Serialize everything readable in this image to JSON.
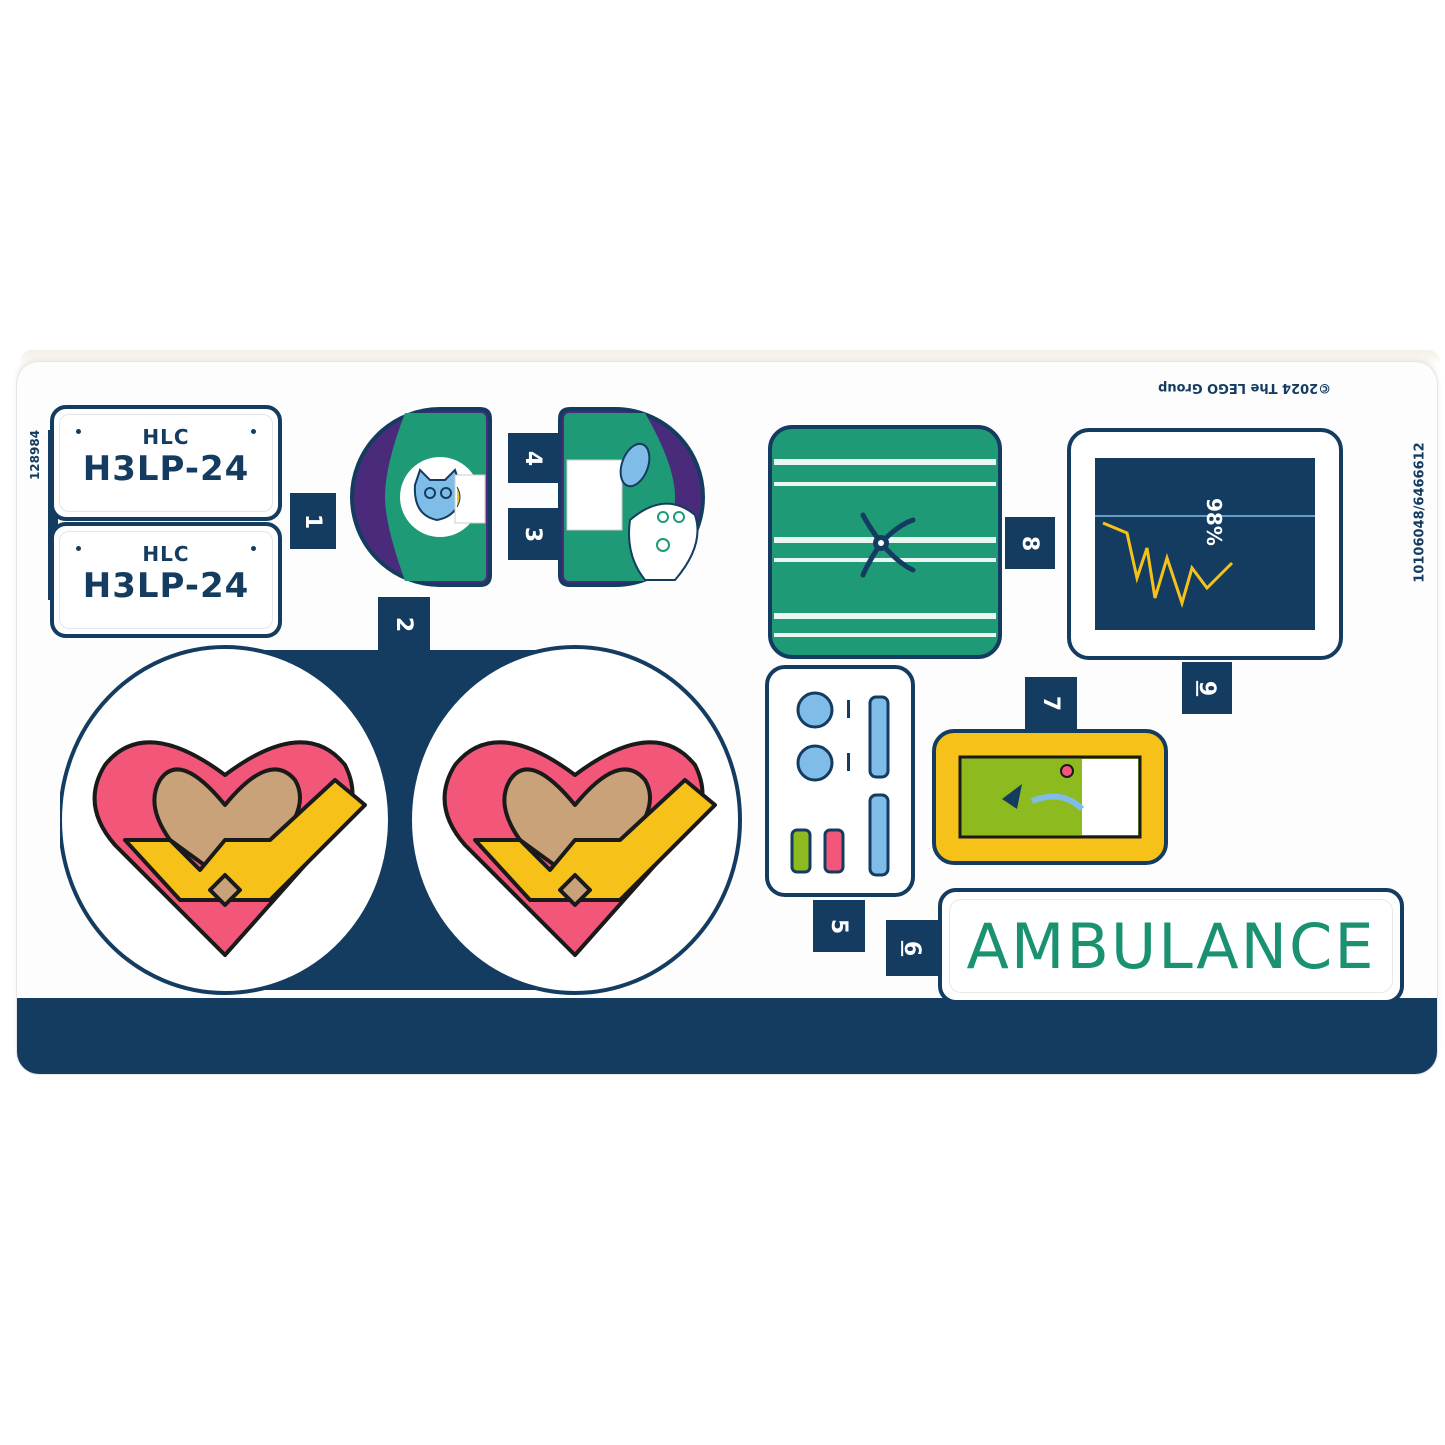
{
  "sheet": {
    "part_number": "128984",
    "copyright": "©2024 The LEGO Group",
    "element_ids": "10106048/6466612",
    "colors": {
      "navy": "#143c60",
      "teal": "#1f9a76",
      "purple": "#4a2a7a",
      "pink": "#f2577a",
      "tan": "#c9a27a",
      "yellow": "#f6c21a",
      "green_text": "#1a9272",
      "lime": "#8dbb1f",
      "light_blue": "#7fbde8"
    }
  },
  "stickers": [
    {
      "number": "1",
      "type": "license-plates",
      "plates": [
        {
          "region": "HLC",
          "plate": "H3LP-24"
        },
        {
          "region": "HLC",
          "plate": "H3LP-24"
        }
      ]
    },
    {
      "number": "2",
      "type": "heart-logo-circles",
      "count": 2
    },
    {
      "number": "3",
      "type": "astronaut-cat-poster"
    },
    {
      "number": "4",
      "type": "astronaut-raccoon-poster"
    },
    {
      "number": "5",
      "type": "control-panel"
    },
    {
      "number": "6",
      "type": "ambulance-sign",
      "text": "AMBULANCE"
    },
    {
      "number": "7",
      "type": "gps-navigator"
    },
    {
      "number": "8",
      "type": "striped-fan-panel"
    },
    {
      "number": "9",
      "type": "vital-signs-monitor",
      "spo2": "98%"
    }
  ]
}
